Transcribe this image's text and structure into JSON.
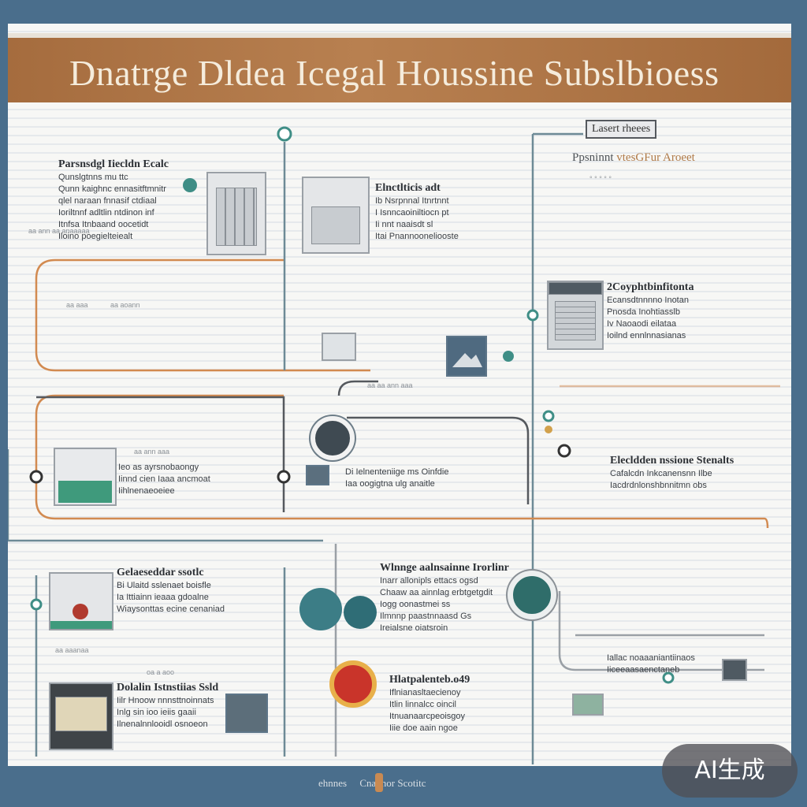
{
  "title": "Dnatrge Dldea Icegal Houssine Subslbioess",
  "tag": "Lasert rheees",
  "subtitle_main": "Ppsninnt ",
  "subtitle_accent": "vtesGFur Aroeet",
  "subtitle_note": "° ° ° ° °",
  "blocks": {
    "b1": {
      "heading": "Parsnsdgl Iiecldn Ecalc",
      "lines": [
        "Qunslgtnns mu ttc",
        "Qunn kaighnc ennasitftmnitr",
        "qlel naraan fnnasif ctdiaal",
        "Ioriltnnf adltlin ntdinon inf",
        "Itnfsa Itnbaand oocetidt",
        "Iloino poegielteiealt"
      ]
    },
    "b2": {
      "heading": "Elnctlticis adt",
      "lines": [
        "Ib Nsrpnnal Itnrtnnt",
        "I Isnncaoiniltiocn pt",
        "Ii nnt naaisdt sl",
        "Itai Pnannooneliooste"
      ]
    },
    "b3": {
      "heading": "2Coyphtbinfitonta",
      "lines": [
        "Ecansdtnnnno Inotan",
        "Pnosda Inohtiasslb",
        "Iv Naoaodi eilataa",
        "Ioilnd ennlnnasianas"
      ]
    },
    "b4": {
      "heading": "",
      "lines": [
        "Ieo as ayrsnobaongy",
        "Iinnd cien Iaaa ancmoat",
        "Iihlnenaeoeiee"
      ]
    },
    "b5": {
      "heading": "",
      "lines": [
        "Di Ielnenteniige ms Oinfdie",
        "Iaa oogigtna ulg anaitle"
      ]
    },
    "b6": {
      "heading": "Elecldden nssione Stenalts",
      "lines": [
        "Cafalcdn Inkcanensnn Ilbe",
        "Iacdrdnlonshbnnitmn obs"
      ]
    },
    "b7": {
      "heading": "Gelaeseddar ssotlc",
      "lines": [
        "Bi Ulaitd sslenaet boisfle",
        "Ia Ittiainn ieaaa gdoalne",
        "Wiaysonttas ecine cenaniad"
      ]
    },
    "b8": {
      "heading": "Wlnnge aalnsainne Irorlinr",
      "lines": [
        "Inarr allonipls ettacs ogsd",
        "Chaaw aa ainnlag erbtgetgdit",
        "Iogg oonastmei ss",
        "Ilmnnp paastnnaasd Gs",
        "Ireialsne oiatsroin"
      ]
    },
    "b9": {
      "heading": "Dolalin Istnstiias Ssld",
      "lines": [
        "Iilr Hnoow nnnsttnoinnats",
        "Inlg sin ioo ieiis gaaii",
        "Ilnenalnnlooidl osnoeon"
      ]
    },
    "b10": {
      "heading": "Hlatpalenteb.o49",
      "lines": [
        "Iflnianasltaecienoy",
        "Itlin linnalcc oincil",
        "Itnuanaarcpeoisgoy",
        "Iiie doe aain ngoe"
      ]
    },
    "b11": {
      "heading": "",
      "lines": [
        "Iallac noaaaniantiinaos",
        "Iiceeaasaenctaneb"
      ]
    }
  },
  "faint": [
    "aa ann aa anaaaaa",
    "aa aaa",
    "aa aoann",
    "aa aa ann aaa",
    "aa ann aaa",
    "aa aaanaa",
    "oa a aoo"
  ],
  "footer": {
    "left": "ehnnes",
    "right": "Cnannor Scotitc"
  },
  "ai_badge": "AI生成",
  "colors": {
    "banner": "#b07a48",
    "teal": "#3f8e86",
    "orange": "#d28a50",
    "line": "#6d7d88",
    "frame": "#4a6e8c"
  }
}
